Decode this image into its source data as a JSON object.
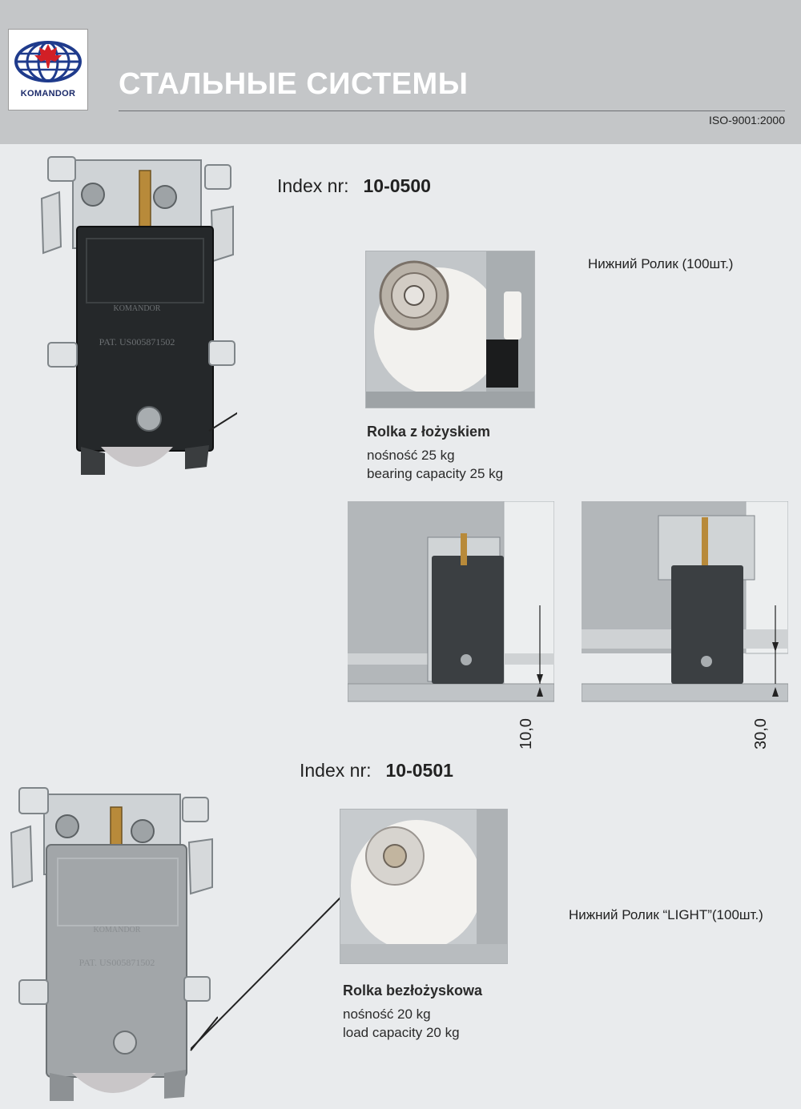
{
  "brand": {
    "name": "KOMANDOR"
  },
  "header": {
    "title": "СТАЛЬНЫЕ СИСТЕМЫ",
    "certificate": "ISO-9001:2000"
  },
  "product1": {
    "index_label": "Index nr:",
    "index_number": "10-0500",
    "name_ru": "Нижний Ролик (100шт.)",
    "roller_title": "Rolka z łożyskiem",
    "capacity_pl": "nośność 25 kg",
    "capacity_en": "bearing capacity 25 kg",
    "housing_text_brand": "KOMANDOR",
    "housing_text_patent": "PAT. US005871502",
    "dim_a": "10,0",
    "dim_b": "30,0"
  },
  "product2": {
    "index_label": "Index nr:",
    "index_number": "10-0501",
    "name_ru": "Нижний Ролик “LIGHT”(100шт.)",
    "roller_title": "Rolka bezłożyskowa",
    "capacity_pl": "nośność 20 kg",
    "capacity_en": "load capacity 20 kg",
    "housing_text_brand": "KOMANDOR",
    "housing_text_patent": "PAT. US005871502"
  }
}
